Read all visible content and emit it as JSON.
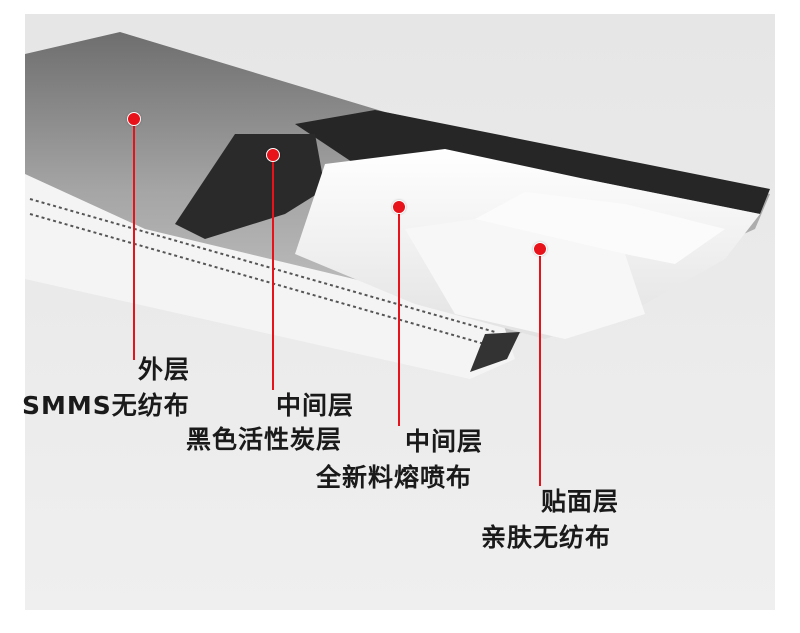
{
  "image": {
    "background": "#e9e9e9",
    "subject": "layered-face-mask-cross-section"
  },
  "colors": {
    "accent": "#e8121a",
    "text": "#1a1a1a",
    "charcoal_layer": "#262626",
    "outer_layer": "#8e8e8e"
  },
  "callouts": [
    {
      "line1": "外层",
      "line2": "SMMS无纺布"
    },
    {
      "line1": "中间层",
      "line2": "黑色活性炭层"
    },
    {
      "line1": "中间层",
      "line2": "全新料熔喷布"
    },
    {
      "line1": "贴面层",
      "line2": "亲肤无纺布"
    }
  ]
}
